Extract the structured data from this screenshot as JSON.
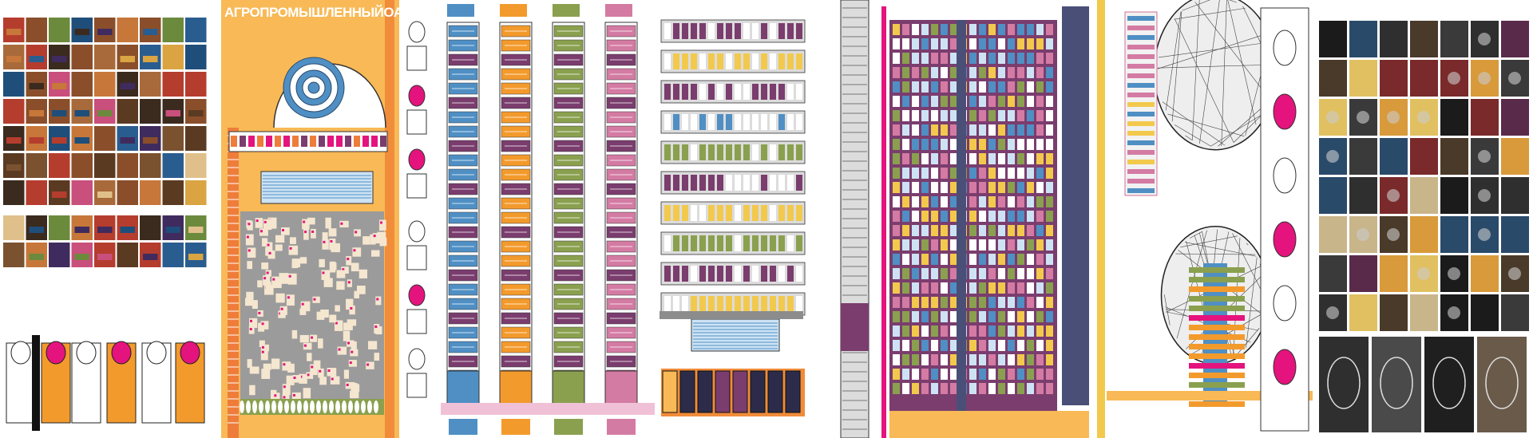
{
  "sheets": [
    {
      "name": "photo-collage"
    },
    {
      "name": "oasis-plan"
    },
    {
      "name": "tower-sections"
    },
    {
      "name": "tower-elevation"
    },
    {
      "name": "tower-facade"
    },
    {
      "name": "shell-sections"
    },
    {
      "name": "render-collage"
    }
  ],
  "oasis": {
    "title_main": "АГРОПРОМЫШЛЕННЫЙ",
    "title_accent": "ОАЗИС"
  },
  "colors": {
    "orange": "#f39a2c",
    "light_orange": "#f8b956",
    "magenta": "#e4137d",
    "purple": "#7a3d6e",
    "yellow": "#f2c94c",
    "blue": "#4f8fc4",
    "green": "#8aa04f",
    "pink": "#d47ba3",
    "navy": "#4a4f78",
    "grey": "#8c8c8c"
  }
}
